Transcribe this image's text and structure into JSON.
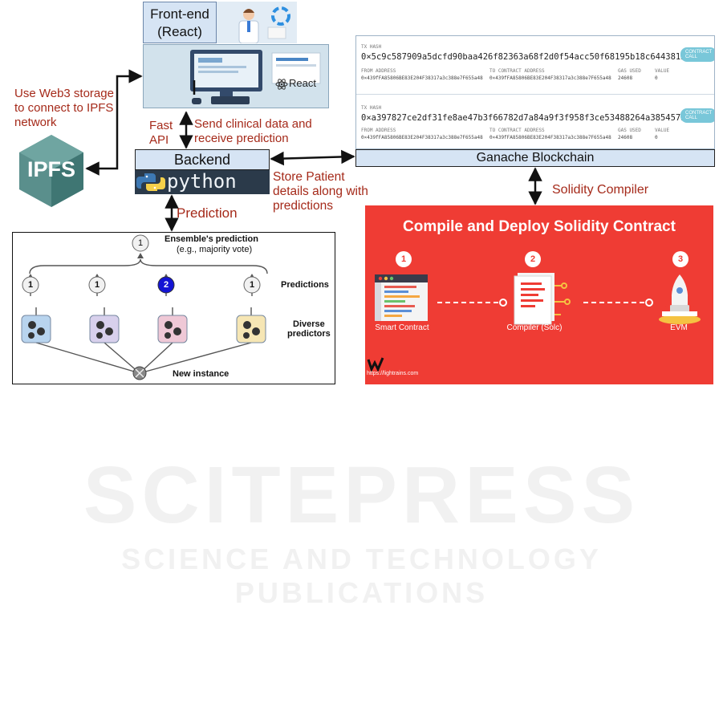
{
  "frontend": {
    "title_line1": "Front-end",
    "title_line2": "(React)",
    "react_label": "React"
  },
  "labels": {
    "web3_line1": "Use Web3 storage",
    "web3_line2": "to connect to IPFS",
    "web3_line3": "network",
    "fast_api_line1": "Fast",
    "fast_api_line2": "API",
    "send_line1": "Send clinical data and",
    "send_line2": "receive prediction",
    "store_line1": "Store Patient",
    "store_line2": "details along with",
    "store_line3": "predictions",
    "prediction": "Prediction",
    "solidity_compiler": "Solidity Compiler"
  },
  "ipfs": {
    "label": "IPFS"
  },
  "backend": {
    "title": "Backend",
    "python_word": "python"
  },
  "ganache": {
    "label": "Ganache Blockchain",
    "transactions": [
      {
        "tx_hash_label": "TX HASH",
        "tx_hash": "0×5c9c587909a5dcfd90baa426f82363a68f2d0f54acc50f68195b18c6443812a2",
        "from_label": "FROM ADDRESS",
        "from": "0×439fFA85806BE83E204F38317a3c388e7F655a48",
        "to_label": "TO CONTRACT ADDRESS",
        "to": "0×439fFA85806BE83E204F38317a3c388e7F655a48",
        "gas_label": "GAS USED",
        "gas": "24608",
        "value_label": "VALUE",
        "value": "0",
        "button": "CONTRACT CALL"
      },
      {
        "tx_hash_label": "TX HASH",
        "tx_hash": "0×a397827ce2df31fe8ae47b3f66782d7a84a9f3f958f3ce53488264a385457390",
        "from_label": "FROM ADDRESS",
        "from": "0×439fFA85806BE83E204F38317a3c388e7F655a48",
        "to_label": "TO CONTRACT ADDRESS",
        "to": "0×439fFA85806BE83E204F38317a3c388e7F655a48",
        "gas_label": "GAS USED",
        "gas": "24608",
        "value_label": "VALUE",
        "value": "0",
        "button": "CONTRACT CALL"
      }
    ]
  },
  "ensemble": {
    "top_value": "1",
    "title": "Ensemble's prediction",
    "subtitle": "(e.g., majority vote)",
    "predictions_label": "Predictions",
    "predictor_values": [
      "1",
      "1",
      "2",
      "1"
    ],
    "predictor_colors": [
      "#b8d4ee",
      "#d8d0ec",
      "#efc8d6",
      "#f6e6b4"
    ],
    "highlight_color": "#1414d4",
    "diverse_line1": "Diverse",
    "diverse_line2": "predictors",
    "new_instance": "New instance"
  },
  "solidity": {
    "title": "Compile and Deploy Solidity Contract",
    "steps": [
      {
        "num": "1",
        "label": "Smart Contract"
      },
      {
        "num": "2",
        "label": "Compiler (Solc)"
      },
      {
        "num": "3",
        "label": "EVM"
      }
    ],
    "url": "https://lightrains.com",
    "bg_color": "#ef3c34"
  },
  "watermark": {
    "line1": "SCITEPRESS",
    "line2": "SCIENCE AND TECHNOLOGY PUBLICATIONS"
  }
}
